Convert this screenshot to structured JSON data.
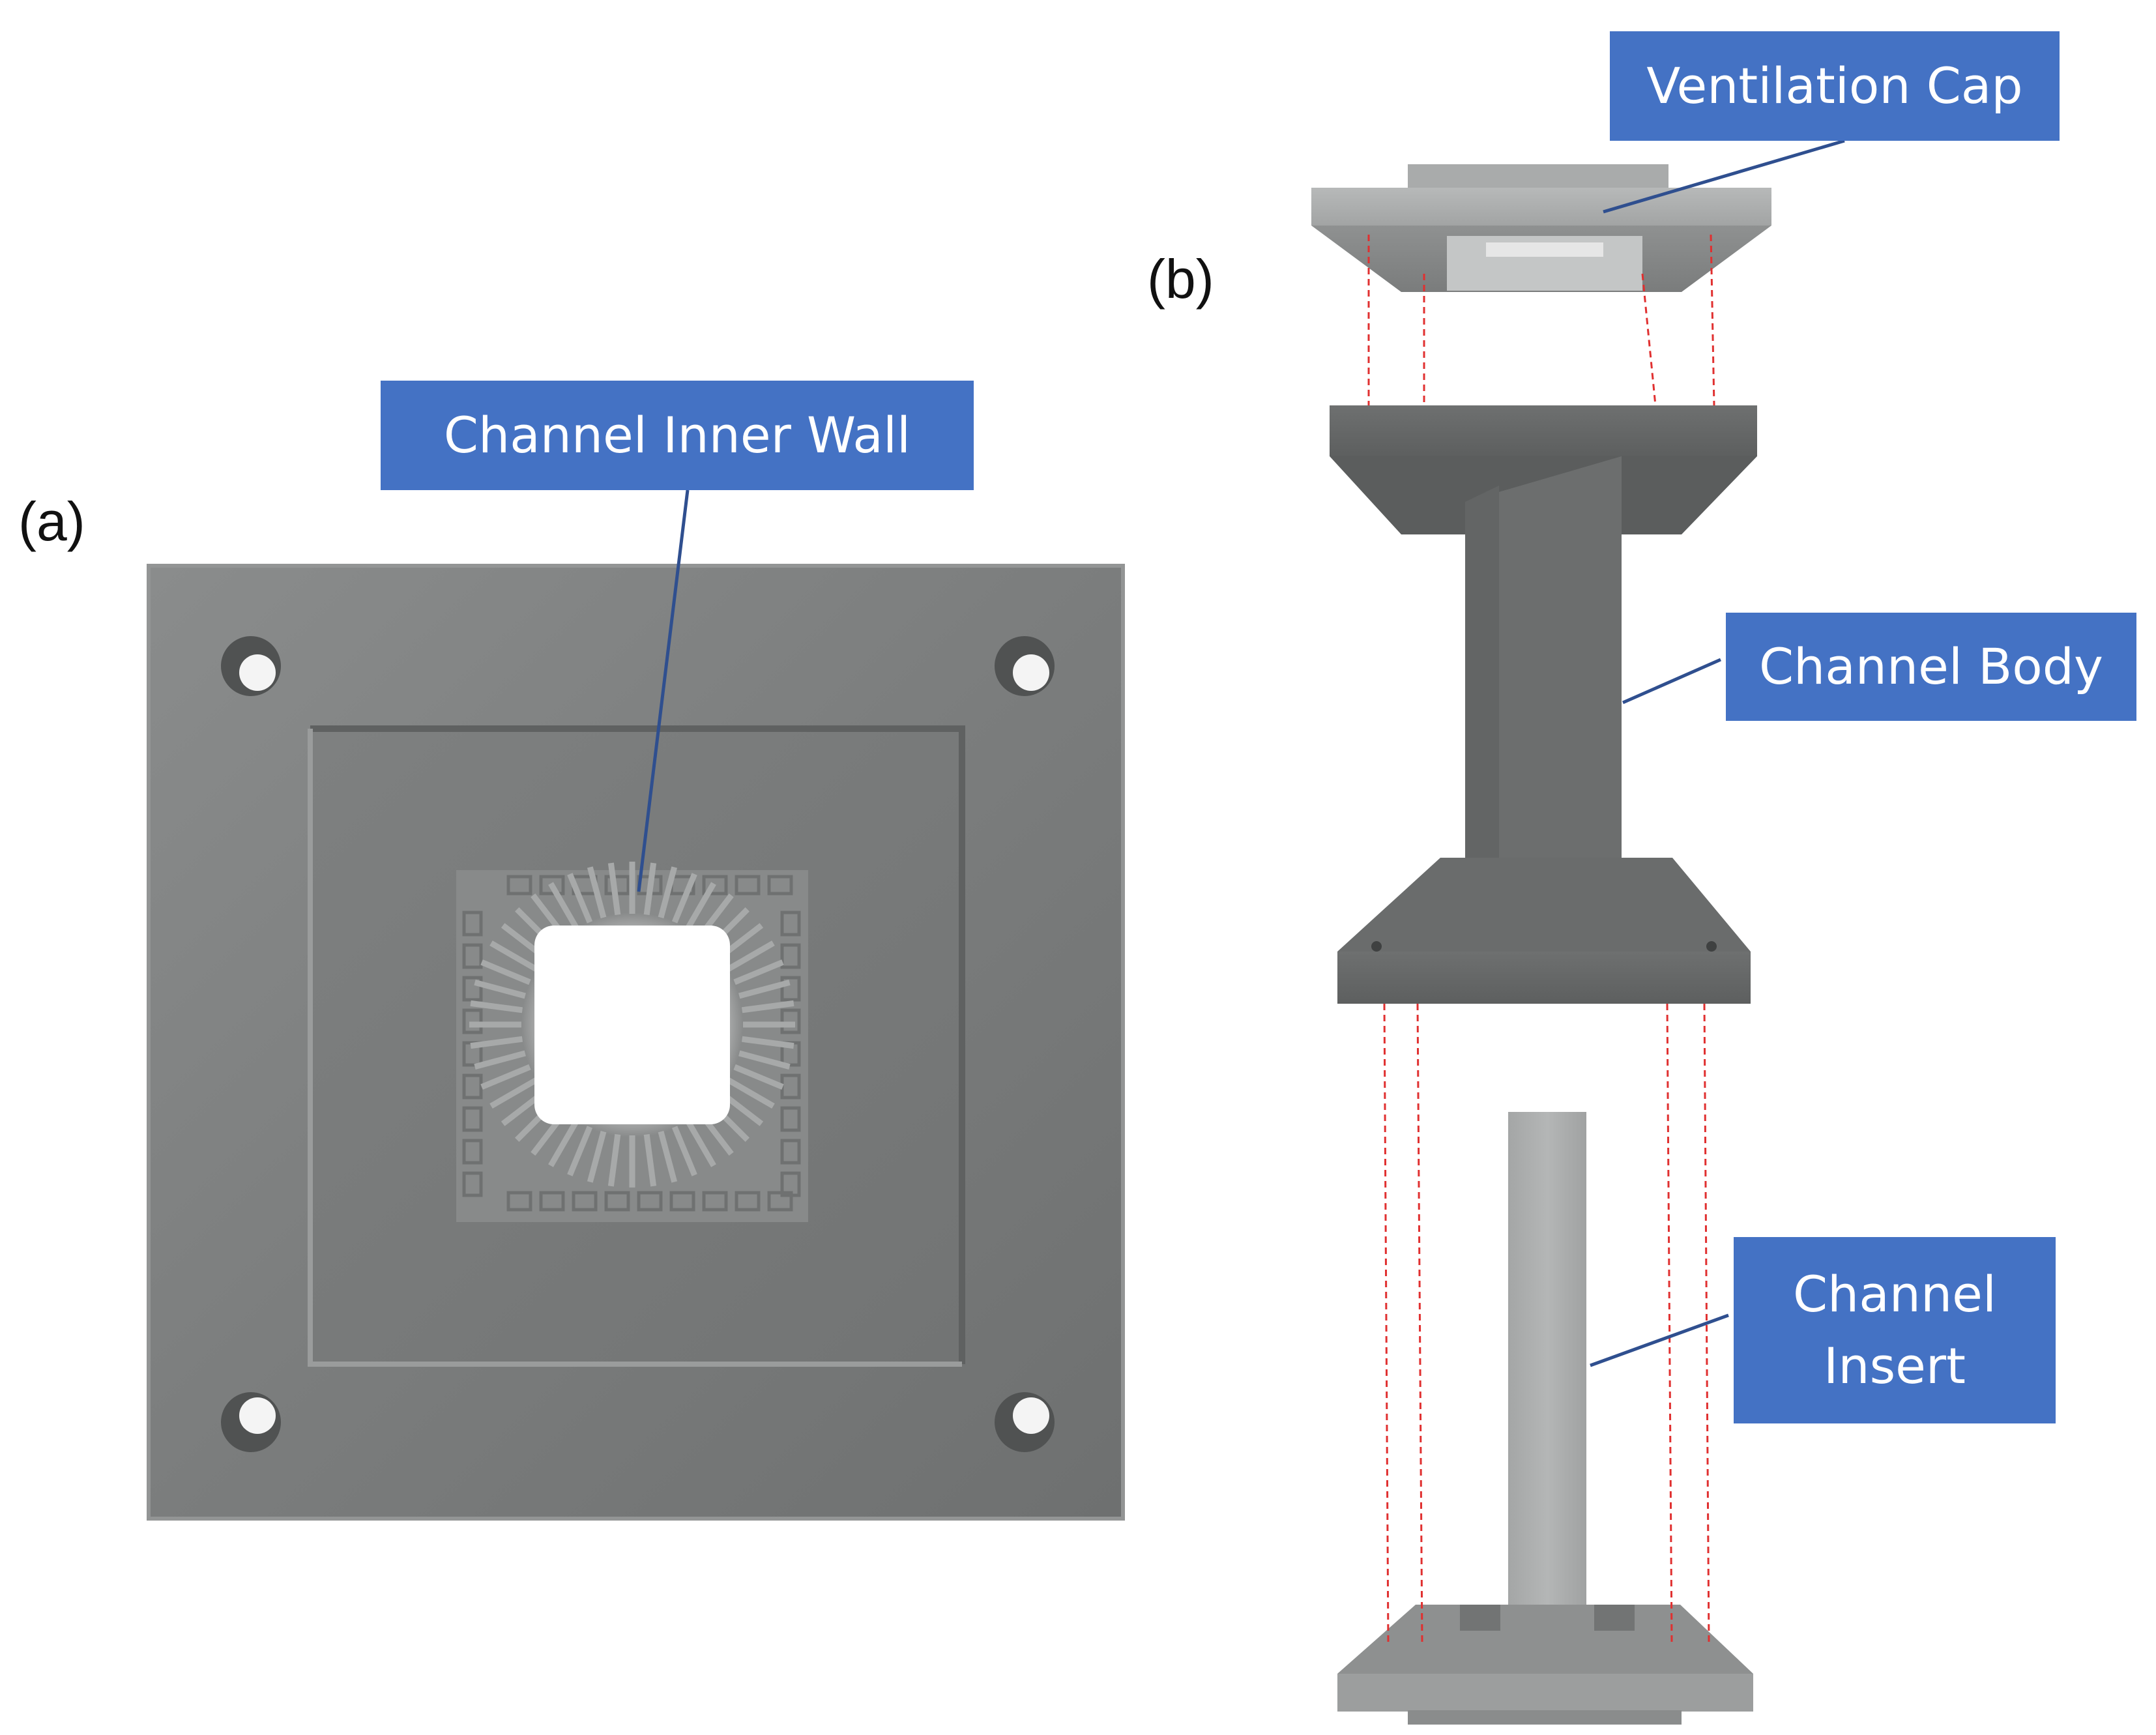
{
  "panels": {
    "a_label": "(a)",
    "b_label": "(b)"
  },
  "callouts": {
    "channel_inner_wall": "Channel Inner Wall",
    "ventilation_cap": "Ventilation Cap",
    "channel_body": "Channel Body",
    "channel_insert_line1": "Channel",
    "channel_insert_line2": "Insert"
  },
  "colors": {
    "callout_bg": "#4472c4",
    "leader_line": "#2f4f8f",
    "guide_line": "#e03030",
    "part_gray": "#7a7a7a"
  }
}
